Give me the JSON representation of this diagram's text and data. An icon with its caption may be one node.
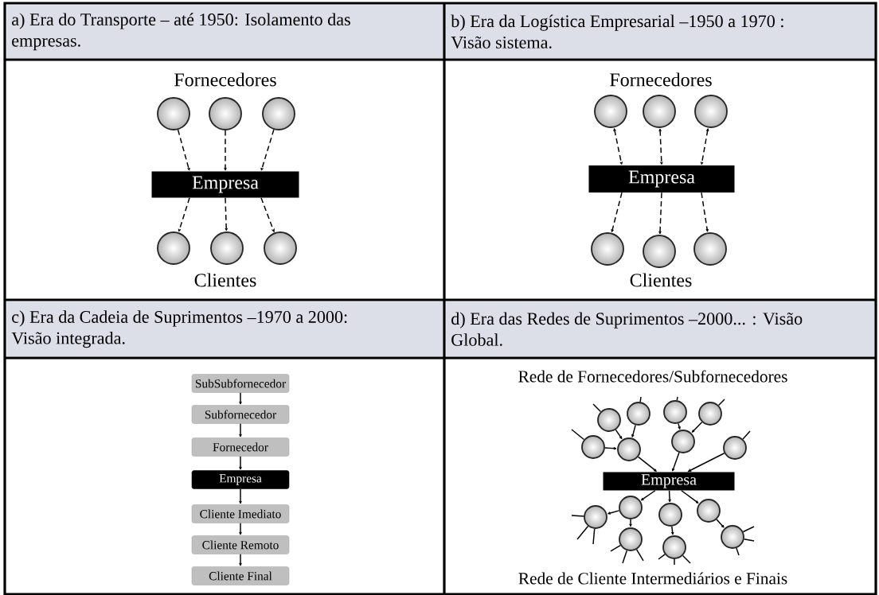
{
  "diagram": {
    "nodes": [
      {
        "text": [
          "a) Era do Transporte – até 1950: Isolamento das empresas."
        ]
      },
      {
        "text": [
          "b) Era da Logística Empresarial –1950 a 1970 : Visão sistema."
        ]
      },
      {
        "text": [
          "c) Era da Cadeia de Suprimentos –1970 a 2000: Visão integrada."
        ]
      },
      {
        "text": [
          "d) Era das Redes de Suprimentos –2000... : Visão Global."
        ]
      },
      {
        "text": [],
        "shape": "circle"
      },
      {
        "text": [],
        "shape": "circle"
      },
      {
        "text": [],
        "shape": "circle"
      },
      {
        "text": [
          "Empresa"
        ]
      },
      {
        "text": [],
        "shape": "circle"
      },
      {
        "text": [],
        "shape": "circle"
      },
      {
        "text": [],
        "shape": "circle"
      },
      {
        "text": [],
        "shape": "circle"
      },
      {
        "text": [],
        "shape": "circle"
      },
      {
        "text": [],
        "shape": "circle"
      },
      {
        "text": [
          "Empresa"
        ]
      },
      {
        "text": [],
        "shape": "circle"
      },
      {
        "text": [],
        "shape": "circle"
      },
      {
        "text": [],
        "shape": "circle"
      },
      {
        "text": [
          "SubSubfornecedor"
        ]
      },
      {
        "text": [
          "Subfornecedor"
        ]
      },
      {
        "text": [
          "Fornecedor"
        ]
      },
      {
        "text": [
          "Empresa"
        ]
      },
      {
        "text": [
          "Cliente Imediato"
        ]
      },
      {
        "text": [
          "Cliente Remoto"
        ]
      },
      {
        "text": [
          "Cliente Final"
        ]
      },
      {
        "text": [],
        "shape": "circle"
      },
      {
        "text": [],
        "shape": "circle"
      },
      {
        "text": [],
        "shape": "circle"
      },
      {
        "text": [],
        "shape": "circle"
      },
      {
        "text": [],
        "shape": "circle"
      },
      {
        "text": [],
        "shape": "circle"
      },
      {
        "text": [],
        "shape": "circle"
      },
      {
        "text": [],
        "shape": "circle"
      },
      {
        "text": [
          "Empresa"
        ]
      },
      {
        "text": [],
        "shape": "circle"
      },
      {
        "text": [],
        "shape": "circle"
      },
      {
        "text": [],
        "shape": "circle"
      },
      {
        "text": [],
        "shape": "circle"
      },
      {
        "text": [],
        "shape": "circle"
      },
      {
        "text": [],
        "shape": "circle"
      },
      {
        "text": [],
        "shape": "circle"
      }
    ],
    "edges": [
      {
        "from": 4,
        "to": 7,
        "arrow": "to",
        "style": "dashed"
      },
      {
        "from": 5,
        "to": 7,
        "arrow": "to",
        "style": "dashed"
      },
      {
        "from": 6,
        "to": 7,
        "arrow": "to",
        "style": "dashed"
      },
      {
        "from": 7,
        "to": 8,
        "arrow": "to",
        "style": "dashed"
      },
      {
        "from": 7,
        "to": 9,
        "arrow": "to",
        "style": "dashed"
      },
      {
        "from": 7,
        "to": 10,
        "arrow": "to",
        "style": "dashed"
      },
      {
        "from": 11,
        "to": 14,
        "arrow": "both",
        "style": "dashed"
      },
      {
        "from": 12,
        "to": 14,
        "arrow": "both",
        "style": "dashed"
      },
      {
        "from": 13,
        "to": 14,
        "arrow": "both",
        "style": "dashed"
      },
      {
        "from": 14,
        "to": 15,
        "arrow": "to",
        "style": "dashed"
      },
      {
        "from": 14,
        "to": 16,
        "arrow": "to",
        "style": "dashed"
      },
      {
        "from": 14,
        "to": 17,
        "arrow": "to",
        "style": "dashed"
      },
      {
        "from": 18,
        "to": 19,
        "arrow": "to"
      },
      {
        "from": 19,
        "to": 20,
        "arrow": "to"
      },
      {
        "from": 20,
        "to": 21,
        "arrow": "to"
      },
      {
        "from": 21,
        "to": 22,
        "arrow": "to"
      },
      {
        "from": 22,
        "to": 23,
        "arrow": "to"
      },
      {
        "from": 23,
        "to": 24,
        "arrow": "to"
      },
      {
        "from": 25,
        "to": 27,
        "arrow": "to"
      },
      {
        "from": 26,
        "to": 27,
        "arrow": "to"
      },
      {
        "from": 28,
        "to": 27,
        "arrow": "to"
      },
      {
        "from": 27,
        "to": 33,
        "arrow": "to"
      },
      {
        "from": 29,
        "to": 30,
        "arrow": "to"
      },
      {
        "from": 31,
        "to": 30,
        "arrow": "to"
      },
      {
        "from": 30,
        "to": 33,
        "arrow": "to"
      },
      {
        "from": 32,
        "to": 33,
        "arrow": "to"
      },
      {
        "from": 33,
        "to": 35,
        "arrow": "to"
      },
      {
        "from": 35,
        "to": 34,
        "arrow": "to"
      },
      {
        "from": 35,
        "to": 36,
        "arrow": "to"
      },
      {
        "from": 33,
        "to": 37,
        "arrow": "to"
      },
      {
        "from": 37,
        "to": 38,
        "arrow": "to"
      },
      {
        "from": 33,
        "to": 39,
        "arrow": "to"
      },
      {
        "from": 39,
        "to": 40,
        "arrow": "to"
      },
      {
        "from": 25,
        "to": null,
        "arrow": "none"
      },
      {
        "from": 26,
        "to": null,
        "arrow": "none"
      },
      {
        "from": 28,
        "to": null,
        "arrow": "none"
      },
      {
        "from": 29,
        "to": null,
        "arrow": "none"
      },
      {
        "from": 31,
        "to": null,
        "arrow": "none"
      },
      {
        "from": 32,
        "to": null,
        "arrow": "none"
      },
      {
        "from": 34,
        "to": null,
        "arrow": "none"
      },
      {
        "from": 34,
        "to": null,
        "arrow": "none"
      },
      {
        "from": 34,
        "to": null,
        "arrow": "none"
      },
      {
        "from": 36,
        "to": null,
        "arrow": "none"
      },
      {
        "from": 36,
        "to": null,
        "arrow": "none"
      },
      {
        "from": 36,
        "to": null,
        "arrow": "none"
      },
      {
        "from": 38,
        "to": null,
        "arrow": "none"
      },
      {
        "from": 38,
        "to": null,
        "arrow": "none"
      },
      {
        "from": 38,
        "to": null,
        "arrow": "none"
      },
      {
        "from": 40,
        "to": null,
        "arrow": "none"
      },
      {
        "from": 40,
        "to": null,
        "arrow": "none"
      },
      {
        "from": 40,
        "to": null,
        "arrow": "none"
      }
    ],
    "labels": [
      "Fornecedores",
      "Fornecedores",
      "Clientes",
      "Clientes",
      "Rede de Fornecedores/Subfornecedores",
      "Rede de Cliente Intermediários e Finais"
    ]
  }
}
